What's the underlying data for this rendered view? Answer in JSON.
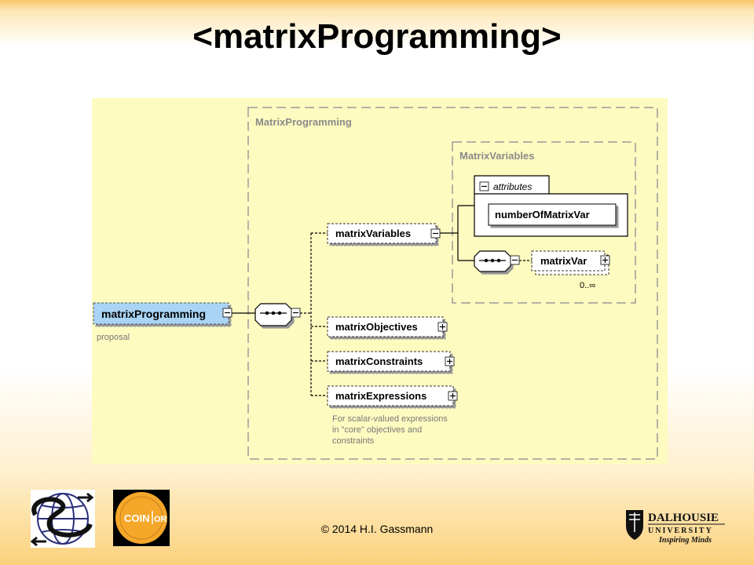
{
  "slide": {
    "title": "<matrixProgramming>",
    "copyright": "© 2014 H.I. Gassmann"
  },
  "diagram": {
    "outer_group_label": "MatrixProgramming",
    "inner_group_label": "MatrixVariables",
    "root": {
      "name": "matrixProgramming",
      "annotation": "proposal"
    },
    "children": [
      {
        "name": "matrixVariables",
        "expanded": true
      },
      {
        "name": "matrixObjectives",
        "expanded": false
      },
      {
        "name": "matrixConstraints",
        "expanded": false
      },
      {
        "name": "matrixExpressions",
        "expanded": false,
        "annotation_lines": [
          "For scalar-valued expressions",
          "in \"core\" objectives and",
          "constraints"
        ]
      }
    ],
    "attributes_box": {
      "label": "attributes",
      "items": [
        "numberOfMatrixVar"
      ]
    },
    "matrix_var": {
      "name": "matrixVar",
      "cardinality": "0..∞"
    }
  },
  "logos": {
    "left_logo_icon": "osi-globe-logo-icon",
    "coin_or": {
      "left": "COIN",
      "right": "OR"
    },
    "dalhousie": {
      "line1": "DALHOUSIE",
      "line2": "UNIVERSITY",
      "tagline": "Inspiring Minds"
    }
  },
  "colors": {
    "diagram_background": "#fefbc0",
    "root_fill": "#a9d4f5",
    "group_border": "#9a9a9a",
    "coin_fill": "#f5a72a"
  }
}
